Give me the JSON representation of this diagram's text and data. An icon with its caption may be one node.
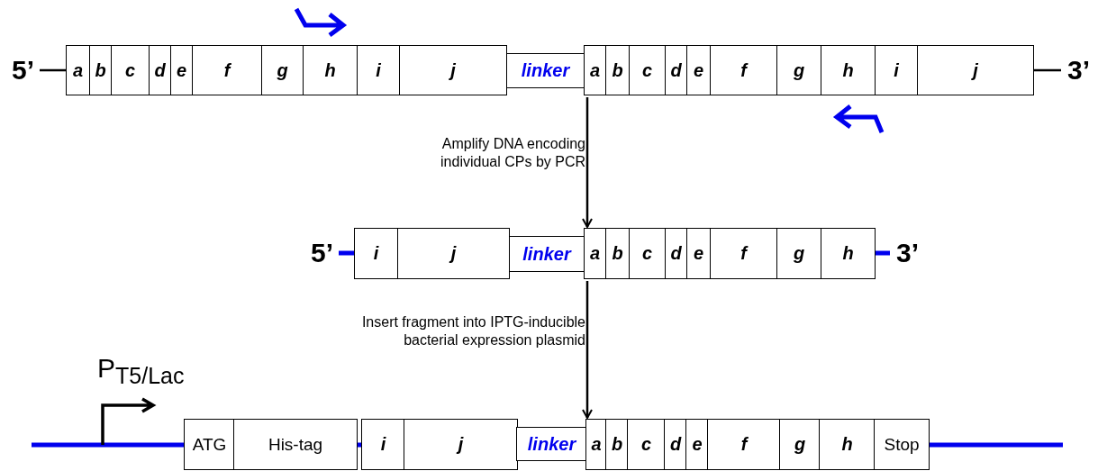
{
  "diagram": {
    "nodes": [
      {
        "text": [
          "a"
        ]
      },
      {
        "text": [
          "b"
        ]
      },
      {
        "text": [
          "c"
        ]
      },
      {
        "text": [
          "d"
        ]
      },
      {
        "text": [
          "e"
        ]
      },
      {
        "text": [
          "f"
        ]
      },
      {
        "text": [
          "g"
        ]
      },
      {
        "text": [
          "h"
        ]
      },
      {
        "text": [
          "i"
        ]
      },
      {
        "text": [
          "j"
        ]
      },
      {
        "text": [
          "linker"
        ]
      },
      {
        "text": [
          "a"
        ]
      },
      {
        "text": [
          "b"
        ]
      },
      {
        "text": [
          "c"
        ]
      },
      {
        "text": [
          "d"
        ]
      },
      {
        "text": [
          "e"
        ]
      },
      {
        "text": [
          "f"
        ]
      },
      {
        "text": [
          "g"
        ]
      },
      {
        "text": [
          "h"
        ]
      },
      {
        "text": [
          "i"
        ]
      },
      {
        "text": [
          "j"
        ]
      },
      {
        "text": [
          "i"
        ]
      },
      {
        "text": [
          "j"
        ]
      },
      {
        "text": [
          "linker"
        ]
      },
      {
        "text": [
          "a"
        ]
      },
      {
        "text": [
          "b"
        ]
      },
      {
        "text": [
          "c"
        ]
      },
      {
        "text": [
          "d"
        ]
      },
      {
        "text": [
          "e"
        ]
      },
      {
        "text": [
          "f"
        ]
      },
      {
        "text": [
          "g"
        ]
      },
      {
        "text": [
          "h"
        ]
      },
      {
        "text": [
          "ATG"
        ]
      },
      {
        "text": [
          "His-tag"
        ]
      },
      {
        "text": [
          "i"
        ]
      },
      {
        "text": [
          "j"
        ]
      },
      {
        "text": [
          "linker"
        ]
      },
      {
        "text": [
          "a"
        ]
      },
      {
        "text": [
          "b"
        ]
      },
      {
        "text": [
          "c"
        ]
      },
      {
        "text": [
          "d"
        ]
      },
      {
        "text": [
          "e"
        ]
      },
      {
        "text": [
          "f"
        ]
      },
      {
        "text": [
          "g"
        ]
      },
      {
        "text": [
          "h"
        ]
      },
      {
        "text": [
          "Stop"
        ]
      },
      {
        "text": [
          "5’"
        ]
      },
      {
        "text": [
          "3’"
        ]
      },
      {
        "text": [
          "5’"
        ]
      },
      {
        "text": [
          "3’"
        ]
      }
    ],
    "edges": [
      {
        "from": 11,
        "to": 24,
        "arrow": "to",
        "label": "Amplify DNA encoding individual CPs by PCR"
      },
      {
        "from": 24,
        "to": 37,
        "arrow": "to",
        "label": "Insert fragment into IPTG-inducible bacterial expression plasmid"
      },
      {
        "from": 46,
        "to": 0,
        "arrow": "none"
      },
      {
        "from": 20,
        "to": 47,
        "arrow": "none"
      },
      {
        "from": 48,
        "to": 21,
        "arrow": "none",
        "style": "thick",
        "color": "#0000ee"
      },
      {
        "from": 31,
        "to": 49,
        "arrow": "none",
        "style": "thick",
        "color": "#0000ee"
      }
    ],
    "labels": [
      "P$_{T5/Lac}$"
    ]
  }
}
